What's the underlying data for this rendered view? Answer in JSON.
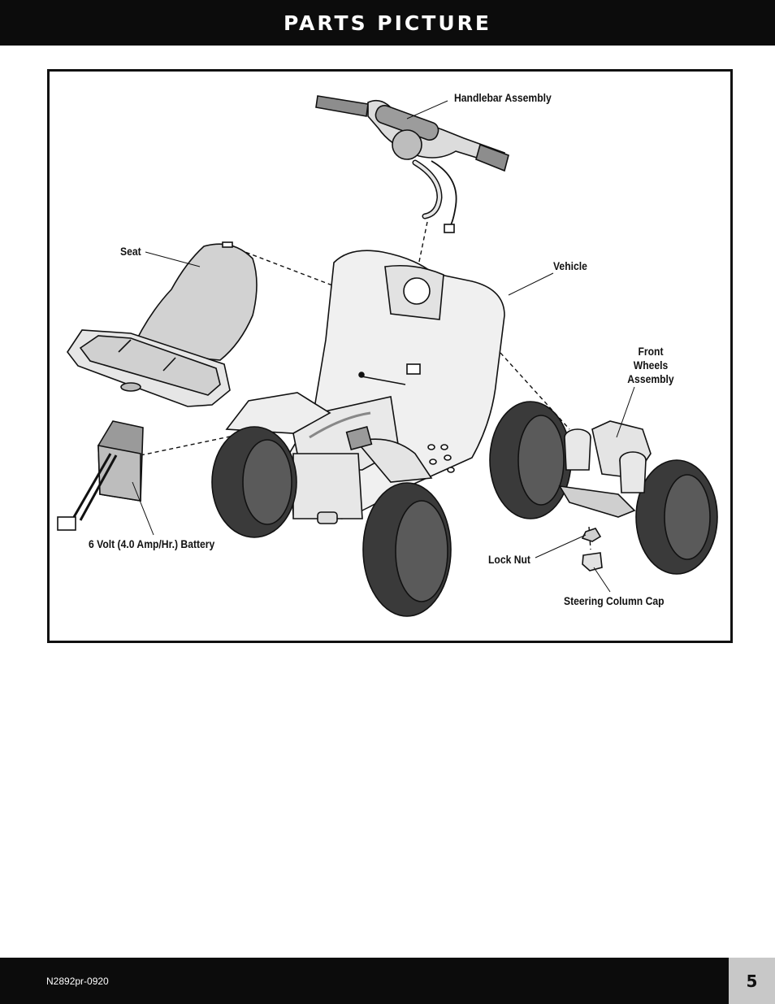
{
  "header": {
    "title": "PARTS PICTURE"
  },
  "labels": {
    "handlebar": "Handlebar Assembly",
    "seat": "Seat",
    "vehicle": "Vehicle",
    "front_wheels_1": "Front",
    "front_wheels_2": "Wheels",
    "front_wheels_3": "Assembly",
    "battery": "6 Volt (4.0 Amp/Hr.) Battery",
    "lock_nut": "Lock Nut",
    "steering_cap": "Steering Column Cap"
  },
  "footer": {
    "doc_code": "N2892pr-0920",
    "page_number": "5"
  },
  "colors": {
    "bar": "#0c0c0c",
    "page_box": "#c8c8c8",
    "part_fill": "#e6e6e6",
    "tire": "#3a3a3a"
  }
}
